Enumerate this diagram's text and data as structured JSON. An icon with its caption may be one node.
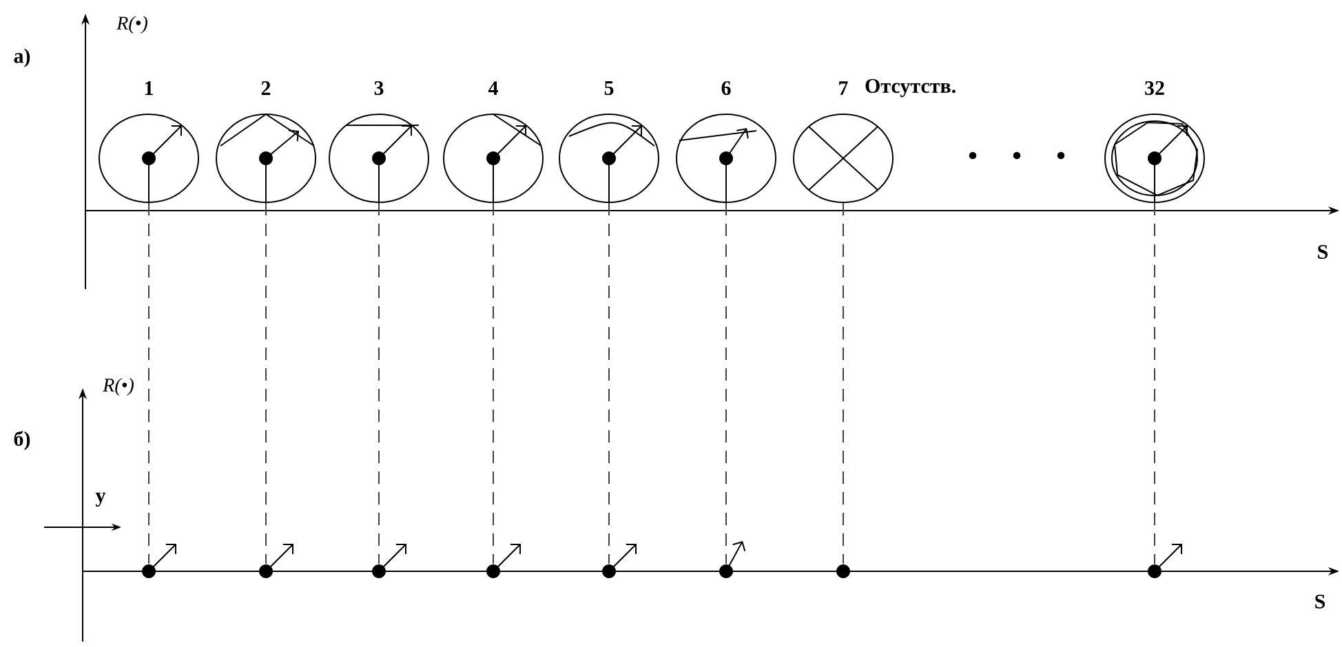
{
  "diagram": {
    "nodes": [
      {
        "text": [
          "1"
        ]
      },
      {
        "text": [
          "2"
        ]
      },
      {
        "text": [
          "3"
        ]
      },
      {
        "text": [
          "4"
        ]
      },
      {
        "text": [
          "5"
        ]
      },
      {
        "text": [
          "6"
        ]
      },
      {
        "text": [
          "7"
        ],
        "beside": [
          "Отсутств."
        ]
      },
      {
        "text": [
          "32"
        ]
      },
      {
        "text": [],
        "shape": "circle"
      },
      {
        "text": [],
        "shape": "circle"
      },
      {
        "text": [],
        "shape": "circle"
      },
      {
        "text": [],
        "shape": "circle"
      },
      {
        "text": [],
        "shape": "circle"
      },
      {
        "text": [],
        "shape": "circle"
      },
      {
        "text": [],
        "shape": "circle"
      },
      {
        "text": [],
        "shape": "circle"
      }
    ],
    "edges": [
      {
        "from": 0,
        "to": 8,
        "arrow": "none",
        "style": "dashed"
      },
      {
        "from": 1,
        "to": 9,
        "arrow": "none",
        "style": "dashed"
      },
      {
        "from": 2,
        "to": 10,
        "arrow": "none",
        "style": "dashed"
      },
      {
        "from": 3,
        "to": 11,
        "arrow": "none",
        "style": "dashed"
      },
      {
        "from": 4,
        "to": 12,
        "arrow": "none",
        "style": "dashed"
      },
      {
        "from": 5,
        "to": 13,
        "arrow": "none",
        "style": "dashed"
      },
      {
        "from": 6,
        "to": 14,
        "arrow": "none",
        "style": "dashed"
      },
      {
        "from": 7,
        "to": 15,
        "arrow": "none",
        "style": "dashed"
      }
    ],
    "labels": [
      "R(•)",
      "а)",
      "S",
      "R(•)",
      "б)",
      "у",
      "S"
    ]
  }
}
